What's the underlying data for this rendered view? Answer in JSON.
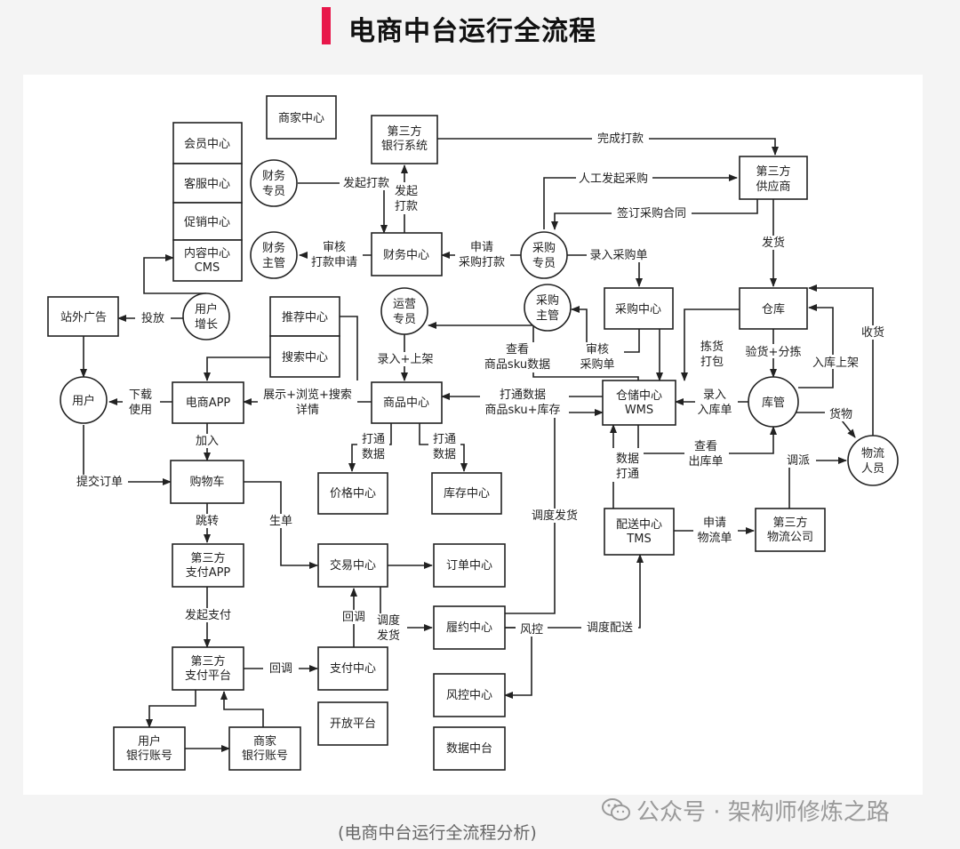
{
  "title": "电商中台运行全流程",
  "caption": "(电商中台运行全流程分析)",
  "watermark": "公众号 · 架构师修炼之路",
  "accent_color": "#e8174a",
  "nodes": {
    "merchant_center": "商家中心",
    "member_center": "会员中心",
    "cs_center": "客服中心",
    "promo_center": "促销中心",
    "content_center_1": "内容中心",
    "content_center_2": "CMS",
    "bank_1": "第三方",
    "bank_2": "银行系统",
    "finance_staff_1": "财务",
    "finance_staff_2": "专员",
    "finance_mgr_1": "财务",
    "finance_mgr_2": "主管",
    "finance_center": "财务中心",
    "supplier_1": "第三方",
    "supplier_2": "供应商",
    "purchase_staff_1": "采购",
    "purchase_staff_2": "专员",
    "purchase_mgr_1": "采购",
    "purchase_mgr_2": "主管",
    "purchase_center": "采购中心",
    "warehouse": "仓库",
    "external_ads": "站外广告",
    "user_growth_1": "用户",
    "user_growth_2": "增长",
    "recommend_center": "推荐中心",
    "search_center": "搜索中心",
    "ops_staff_1": "运营",
    "ops_staff_2": "专员",
    "user": "用户",
    "app": "电商APP",
    "product_center": "商品中心",
    "wms_1": "仓储中心",
    "wms_2": "WMS",
    "warehouse_mgr": "库管",
    "logistics_staff_1": "物流",
    "logistics_staff_2": "人员",
    "price_center": "价格中心",
    "stock_center": "库存中心",
    "cart": "购物车",
    "pay_app_1": "第三方",
    "pay_app_2": "支付APP",
    "trade_center": "交易中心",
    "order_center": "订单中心",
    "fulfill_center": "履约中心",
    "tms_1": "配送中心",
    "tms_2": "TMS",
    "logistics_co_1": "第三方",
    "logistics_co_2": "物流公司",
    "pay_platform_1": "第三方",
    "pay_platform_2": "支付平台",
    "pay_center": "支付中心",
    "open_platform": "开放平台",
    "risk_center": "风控中心",
    "data_center": "数据中台",
    "user_bank_1": "用户",
    "user_bank_2": "银行账号",
    "merchant_bank_1": "商家",
    "merchant_bank_2": "银行账号"
  },
  "edge_labels": {
    "complete_pay": "完成打款",
    "manual_purchase": "人工发起采购",
    "sign_contract": "签订采购合同",
    "initiate_pay": "发起打款",
    "initiate_pay_v1": "发起",
    "initiate_pay_v2": "打款",
    "audit_pay_1": "审核",
    "audit_pay_2": "打款申请",
    "apply_pay_1": "申请",
    "apply_pay_2": "采购打款",
    "enter_po": "录入采购单",
    "ship": "发货",
    "deliver_back": "投放",
    "enter_list": "录入+上架",
    "view_sku_1": "查看",
    "view_sku_2": "商品sku数据",
    "audit_po_1": "审核",
    "audit_po_2": "采购单",
    "pick_pack_1": "拣货",
    "pick_pack_2": "打包",
    "inspect_sort": "验货+分拣",
    "inbound": "入库上架",
    "receive": "收货",
    "download_1": "下载",
    "download_2": "使用",
    "show_1": "展示+浏览+搜索",
    "show_2": "详情",
    "sync_data_1": "打通数据",
    "sync_data_2": "商品sku+库存",
    "enter_inbound_1": "录入",
    "enter_inbound_2": "入库单",
    "goods": "货物",
    "add": "加入",
    "submit_order": "提交订单",
    "sync_1": "打通",
    "sync_2": "数据",
    "sync_b1": "打通",
    "sync_b2": "数据",
    "data_sync_1": "数据",
    "data_sync_2": "打通",
    "view_outbound_1": "查看",
    "view_outbound_2": "出库单",
    "dispatch": "调派",
    "jump": "跳转",
    "gen_order": "生单",
    "schedule_ship": "调度发货",
    "apply_waybill_1": "申请",
    "apply_waybill_2": "物流单",
    "start_pay": "发起支付",
    "callback": "回调",
    "callback2": "回调",
    "dispatch_ship_1": "调度",
    "dispatch_ship_2": "发货",
    "risk_ctrl": "风控",
    "dispatch_delivery": "调度配送"
  }
}
